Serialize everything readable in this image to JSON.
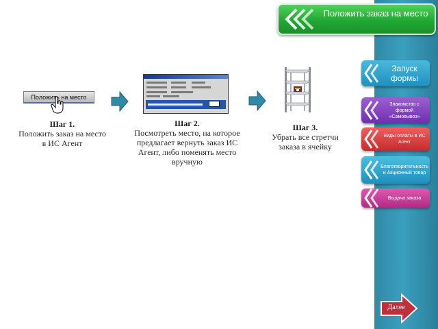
{
  "header": {
    "title": "Положить заказ на место"
  },
  "steps": [
    {
      "title": "Шаг 1.",
      "text": "Положить заказ на место в ИС Агент",
      "button_label": "Положить на место"
    },
    {
      "title": "Шаг 2.",
      "text": "Посмотреть место, на которое предлагает вернуть заказ ИС Агент, либо поменять место вручную"
    },
    {
      "title": "Шаг 3.",
      "text": "Убрать все стретчи заказа в ячейку"
    }
  ],
  "menu": [
    {
      "label": "Запуск формы",
      "color": "#2a9cc8"
    },
    {
      "label": "Знакомство с формой «Самовывоз»",
      "color": "#7e3bbd"
    },
    {
      "label": "Виды оплаты в ИС Агент",
      "color": "#d33a3a"
    },
    {
      "label": "Благотворительность и Акционный товар",
      "color": "#2a9cc8"
    },
    {
      "label": "Выдача заказа",
      "color": "#c43a96"
    }
  ],
  "next": {
    "label": "Далее"
  },
  "icons": {
    "header": "chevron-left-icon",
    "cursor": "hand-cursor-icon",
    "arrow": "arrow-right-icon",
    "shelf": "shelf-icon"
  },
  "colors": {
    "accent": "#22a834",
    "panel": "#3b9fbe",
    "arrow": "#2e8aa6"
  }
}
